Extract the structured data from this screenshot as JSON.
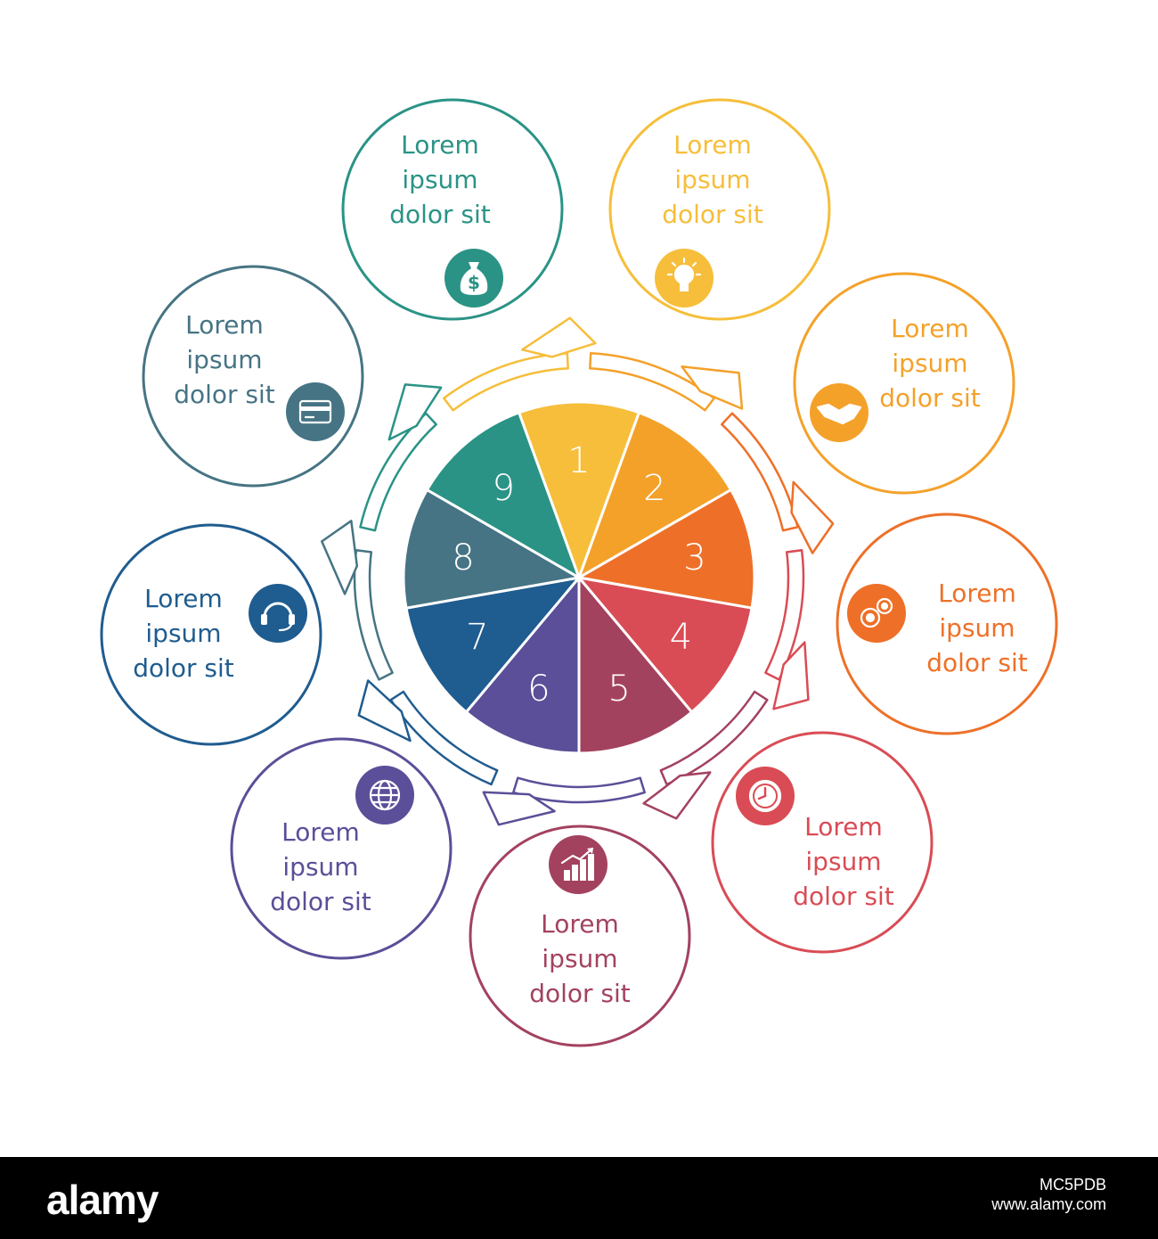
{
  "diagram": {
    "segments": [
      {
        "number": "1",
        "color": "#F6BE3A",
        "text": [
          "Lorem",
          "ipsum",
          "dolor sit"
        ],
        "icon": "lightbulb-icon"
      },
      {
        "number": "2",
        "color": "#F4A12A",
        "text": [
          "Lorem",
          "ipsum",
          "dolor sit"
        ],
        "icon": "handshake-icon"
      },
      {
        "number": "3",
        "color": "#EE7028",
        "text": [
          "Lorem",
          "ipsum",
          "dolor sit"
        ],
        "icon": "gears-icon"
      },
      {
        "number": "4",
        "color": "#D94C55",
        "text": [
          "Lorem",
          "ipsum",
          "dolor sit"
        ],
        "icon": "clock-icon"
      },
      {
        "number": "5",
        "color": "#A3425F",
        "text": [
          "Lorem",
          "ipsum",
          "dolor sit"
        ],
        "icon": "growth-chart-icon"
      },
      {
        "number": "6",
        "color": "#5A4F98",
        "text": [
          "Lorem",
          "ipsum",
          "dolor sit"
        ],
        "icon": "globe-icon"
      },
      {
        "number": "7",
        "color": "#1F5C8F",
        "text": [
          "Lorem",
          "ipsum",
          "dolor sit"
        ],
        "icon": "headset-icon"
      },
      {
        "number": "8",
        "color": "#467484",
        "text": [
          "Lorem",
          "ipsum",
          "dolor sit"
        ],
        "icon": "credit-card-icon"
      },
      {
        "number": "9",
        "color": "#2A9386",
        "text": [
          "Lorem",
          "ipsum",
          "dolor sit"
        ],
        "icon": "money-bag-icon"
      }
    ]
  },
  "watermark": {
    "logo": "alamy",
    "image_id": "MC5PDB",
    "domain": "www.alamy.com"
  }
}
